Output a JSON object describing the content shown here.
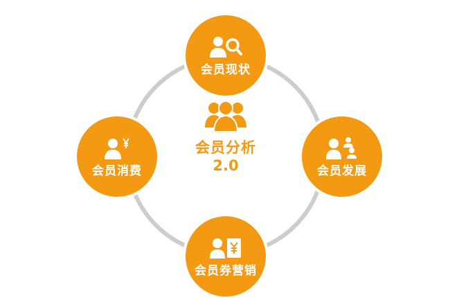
{
  "diagram": {
    "center": {
      "title": "会员分析",
      "version": "2.0",
      "icon": "user-group-icon"
    },
    "nodes": [
      {
        "label": "会员现状",
        "icon": "user-search-icon"
      },
      {
        "label": "会员发展",
        "icon": "user-growth-icon"
      },
      {
        "label": "会员券营销",
        "icon": "user-coupon-icon"
      },
      {
        "label": "会员消费",
        "icon": "user-yen-icon"
      }
    ],
    "colors": {
      "accent": "#f39a12",
      "ring": "#cdcdcd",
      "background": "#ffffff",
      "node_text": "#ffffff"
    }
  }
}
